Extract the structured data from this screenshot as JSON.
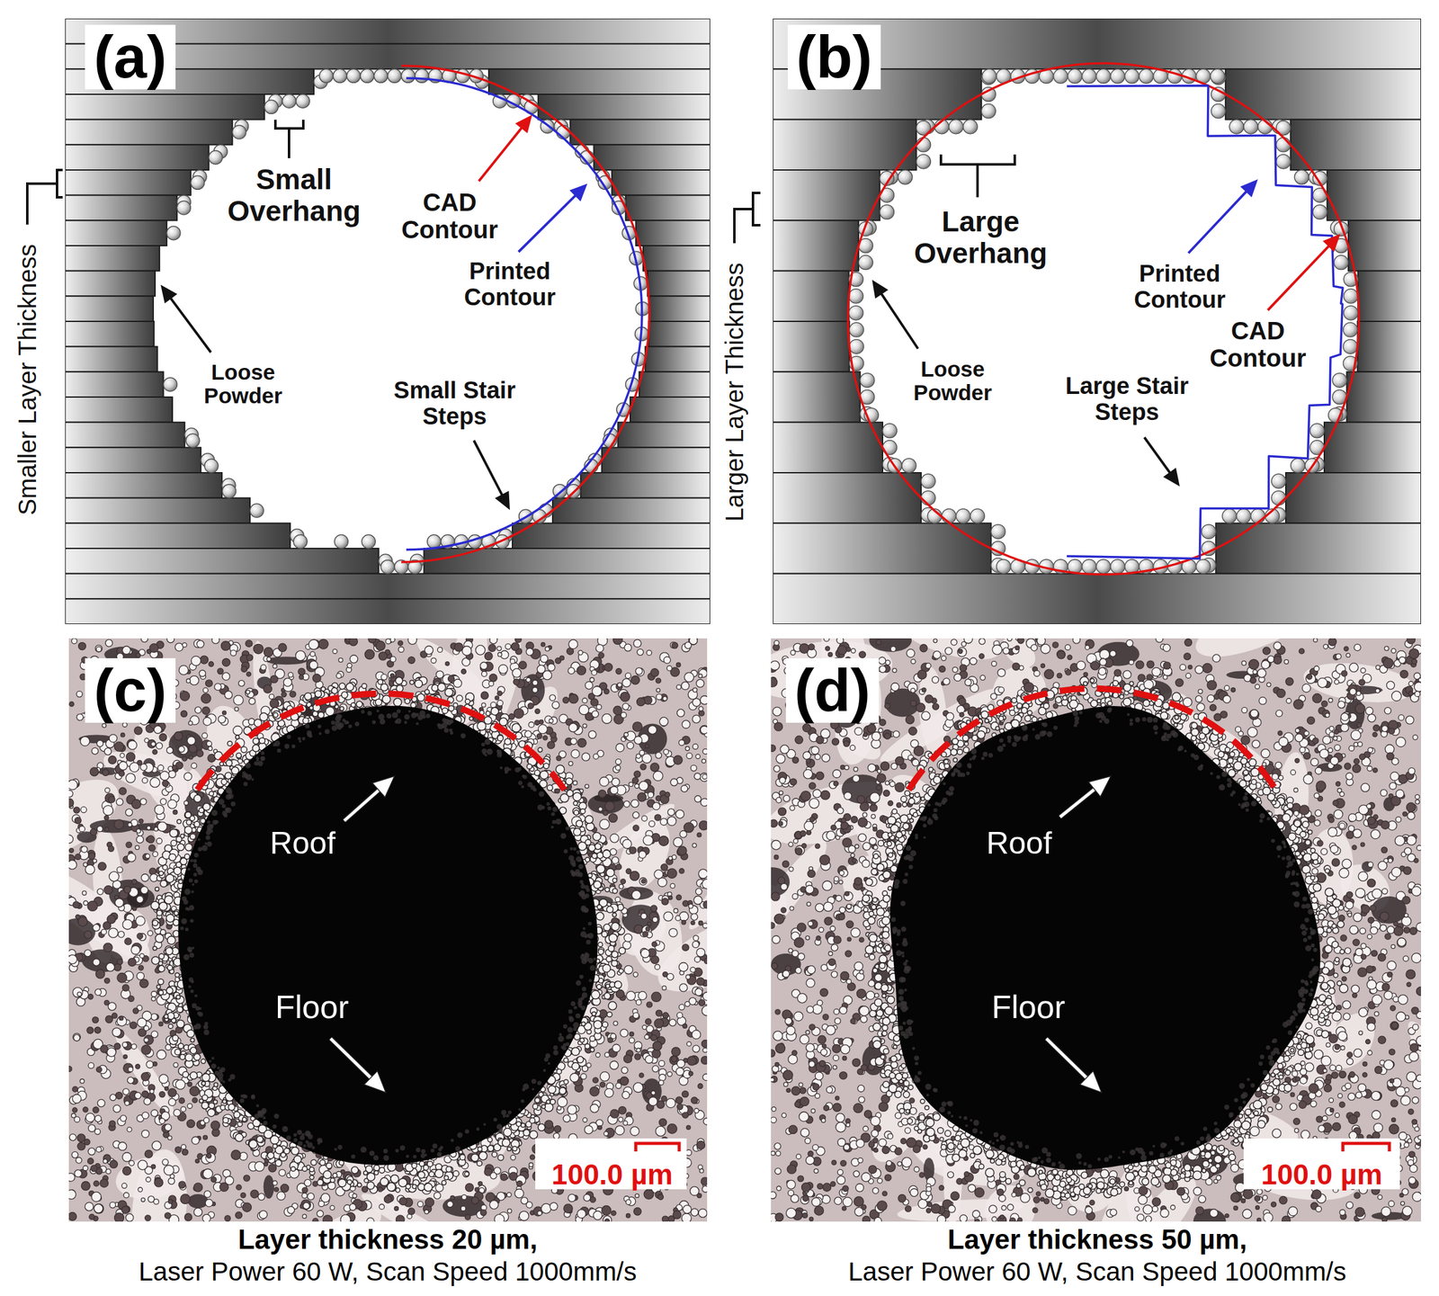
{
  "diagram": {
    "labels": [
      "(a)",
      "Small Overhang",
      "CAD Contour",
      "Printed Contour",
      "Loose Powder",
      "Small Stair Steps",
      "Smaller Layer Thickness",
      "(b)",
      "Large Overhang",
      "Printed Contour",
      "CAD Contour",
      "Loose Powder",
      "Large Stair Steps",
      "Larger Layer Thickness",
      "(c)",
      "Roof",
      "Floor",
      "100.0 µm",
      "(d)",
      "Roof",
      "Floor",
      "100.0 µm",
      "Layer thickness 20 µm,",
      "Laser Power 60 W, Scan Speed 1000mm/s",
      "Layer thickness 50 µm,",
      "Laser Power 60 W, Scan Speed 1000mm/s"
    ]
  }
}
